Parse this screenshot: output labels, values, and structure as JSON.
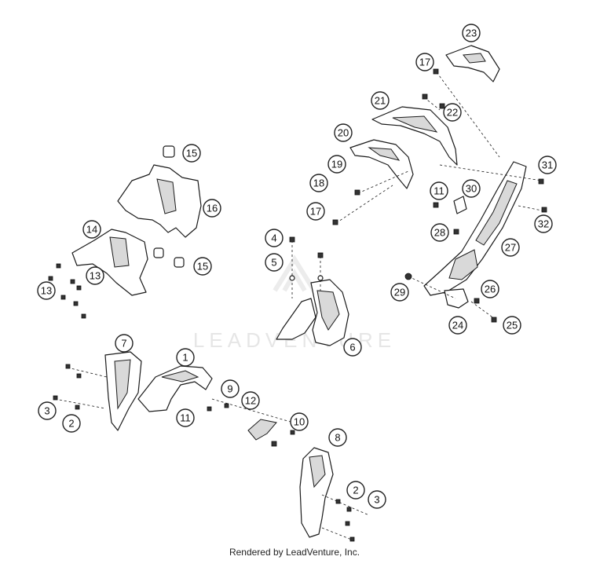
{
  "watermark": "LEADVENTURE",
  "footer": "Rendered by LeadVenture, Inc.",
  "callouts": [
    "23",
    "17",
    "21",
    "22",
    "20",
    "19",
    "18",
    "17",
    "31",
    "11",
    "30",
    "32",
    "28",
    "27",
    "26",
    "29",
    "24",
    "25",
    "15",
    "16",
    "14",
    "13",
    "13",
    "15",
    "4",
    "5",
    "6",
    "7",
    "1",
    "9",
    "12",
    "11",
    "10",
    "3",
    "2",
    "8",
    "2",
    "3"
  ]
}
